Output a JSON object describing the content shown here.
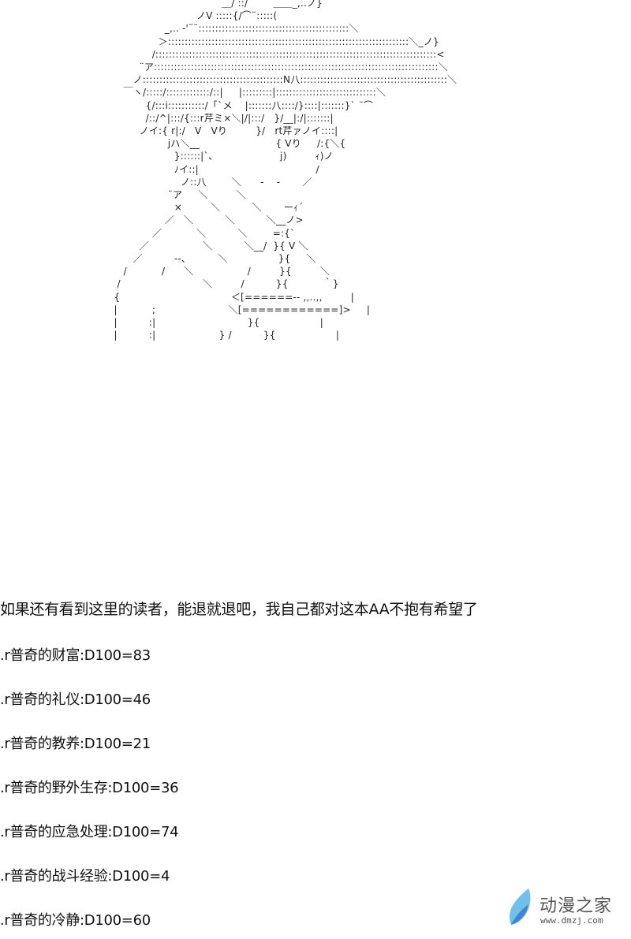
{
  "ascii_art": [
    "                                                                      ＿/ ::/        ＿＿_,..ノ}",
    "                                                              ノV :::::{/⌒¨:::::(",
    "                                                    _,.. ‐'¨¨:::::::::::::::::::::::::::::::::::::::::::::＼",
    "                                                  ＞::::::::::::::::::::::::::::::::::::::::::::::::::::::::::::::::::::::::＼_ノ}",
    "                                                /::::::::::::::::::::::::::::::::::::::::::::::::::::::::::::::::::::::::::::::::::::<",
    "                                            ¨ア:::::::::::::::::::::::::::::::::::::::::::::::::::::::::::::::::::::::::::::::::::::＼",
    "                                          ノ::::::::::::::::::::::::::::::::::::::::::N八::::::::::::::::::::::::::::::::::::::::::::＼",
    "                                       ￣ヽ/:::::/:::::::::::::/::|     |:::::::::|::::::::::::::::::::::::::::::＼",
    "                                              {/:::i:::::::::::/「`メ    |:::::::八::::/}::::|:::::::}` ¨⌒",
    "                                              /::/^|:::/{:::r芹ミ×＼|/|:::/   }/__|:/|:::::::|",
    "                                            ノイ:{ r|:/   V   Vり         }/   rt芹ァノイ::::|",
    "                                                     jハ＼__                        { Vり     /:{＼{",
    "                                                       }::::::|`､                     j)         ｨ)ノ",
    "                                                       ﾉイ::|                                     /",
    "                                                         ノ::八        ＼      -    -       ／",
    "                                                     ¨ア     ＼         ＼",
    "                                                       ×         ＼          ＼       ーｨ´",
    "                                                    ／   ＼          ＼          ＼__ノ>",
    "                                                ／           ＼          ＼        =:{`",
    "                                            ／                 ＼          ＼__/  }{ V ＼",
    "                                          ／          ‐‐､          ＼                }{     ＼",
    "                                       /           /      ＼                 /         }{         ＼",
    "                                     /                          ＼         /          }{           ｀}",
    "                                    {                                   ＜[======-- ,,..,,         |",
    "                                    |           ;                       ＼[============]>     |",
    "                                    |          :|                             }{                   |",
    "                                    |          :|                    } /          }{                   |"
  ],
  "headline": "如果还有看到这里的读者，能退就退吧，我自己都对这本AA不抱有希望了",
  "stats": [
    {
      "label": ".r普奇的财富:D100=83"
    },
    {
      "label": ".r普奇的礼仪:D100=46"
    },
    {
      "label": ".r普奇的教养:D100=21"
    },
    {
      "label": ".r普奇的野外生存:D100=36"
    },
    {
      "label": ".r普奇的应急处理:D100=74"
    },
    {
      "label": ".r普奇的战斗经验:D100=4"
    },
    {
      "label": ".r普奇的冷静:D100=60"
    }
  ],
  "watermark": {
    "name": "动漫之家",
    "url": "www.dmzj.com",
    "color": "#4a9fd8"
  }
}
